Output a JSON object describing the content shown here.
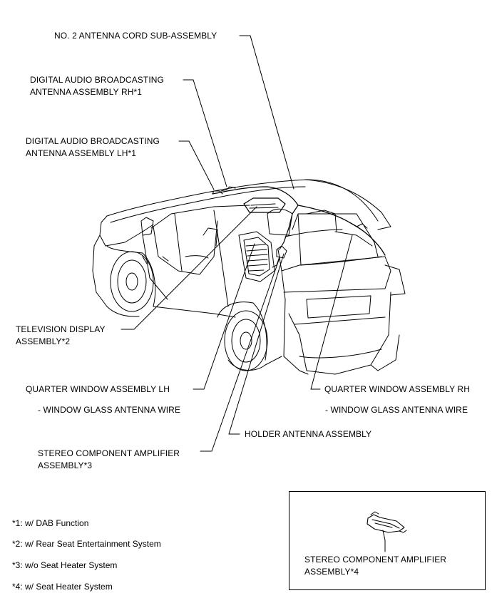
{
  "callouts": {
    "antenna_cord": "NO. 2 ANTENNA CORD SUB-ASSEMBLY",
    "dab_rh_line1": "DIGITAL AUDIO BROADCASTING",
    "dab_rh_line2": "ANTENNA ASSEMBLY RH*1",
    "dab_lh_line1": "DIGITAL AUDIO BROADCASTING",
    "dab_lh_line2": "ANTENNA ASSEMBLY LH*1",
    "tv_line1": "TELEVISION DISPLAY",
    "tv_line2": "ASSEMBLY*2",
    "quarter_lh": "QUARTER WINDOW ASSEMBLY LH",
    "quarter_lh_sub": "- WINDOW GLASS ANTENNA WIRE",
    "quarter_rh": "QUARTER WINDOW ASSEMBLY RH",
    "quarter_rh_sub": "- WINDOW GLASS ANTENNA WIRE",
    "holder": "HOLDER ANTENNA ASSEMBLY",
    "amp3_line1": "STEREO COMPONENT AMPLIFIER",
    "amp3_line2": "ASSEMBLY*3"
  },
  "inset": {
    "label_line1": "STEREO COMPONENT AMPLIFIER",
    "label_line2": "ASSEMBLY*4"
  },
  "footnotes": [
    "*1: w/ DAB Function",
    "*2: w/ Rear Seat Entertainment System",
    "*3: w/o Seat Heater System",
    "*4: w/ Seat Heater System"
  ]
}
